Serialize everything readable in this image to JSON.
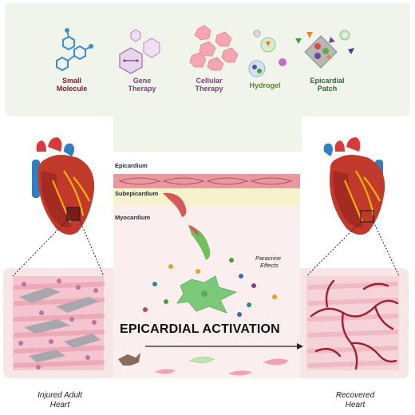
{
  "therapies": [
    {
      "label": "Small Molecule",
      "line1": "Small",
      "line2": "Molecule",
      "color": "#8b1a2b"
    },
    {
      "label": "Gene Therapy",
      "line1": "Gene",
      "line2": "Therapy",
      "color": "#7a3e86"
    },
    {
      "label": "Cellular Therapy",
      "line1": "Cellular",
      "line2": "Therapy",
      "color": "#7a3e86"
    },
    {
      "label": "Hydrogel",
      "line1": "Hydrogel",
      "line2": "",
      "color": "#4f8a2f"
    },
    {
      "label": "Epicardial Patch",
      "line1": "Epicardial",
      "line2": "Patch",
      "color": "#2f6b2f"
    }
  ],
  "layers": {
    "epicardium": "Epicardium",
    "subepicardium": "Subepicardium",
    "myocardium": "Myocardium"
  },
  "paracrine": {
    "line1": "Paracrine",
    "line2": "Effects"
  },
  "activation_title": "EPICARDIAL ACTIVATION",
  "captions": {
    "left": {
      "line1": "Injured Adult",
      "line2": "Heart"
    },
    "right": {
      "line1": "Recovered",
      "line2": "Heart"
    }
  },
  "colors": {
    "panel_top": "#f1f4ea",
    "panel_bottom": "#f6e6e6",
    "epicardium_band": "#e89aa0",
    "subepicardium_band": "#f7f1cc",
    "myocardium_bg": "#fbeeee",
    "cell_green": "#7cc97a",
    "heart_red": "#c0392b",
    "vessel_blue": "#2f7fc1"
  }
}
